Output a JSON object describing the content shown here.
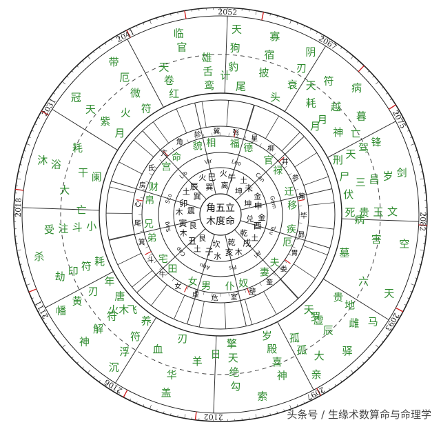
{
  "colors": {
    "green": "#2e8b2e",
    "black": "#111111",
    "red": "#d22222"
  },
  "center": {
    "line1": "角五立",
    "line2": "木度命"
  },
  "years": [
    "2052",
    "2067",
    "2075",
    "2082",
    "2093",
    "2097",
    "2102",
    "2106",
    "2111",
    "2018",
    "2031",
    "2041"
  ],
  "outer_palaces": [
    {
      "rows": [
        "天寡阴",
        "狗宿刃",
        "豹披衰",
        "尾头"
      ]
    },
    {
      "rows": [
        "病",
        "符暮",
        "天越亡",
        "耗神",
        "月"
      ]
    },
    {
      "rows": [
        "剑",
        "锋岁文",
        "驾昌玉",
        "天三贵",
        "刑尸伏死"
      ]
    },
    {
      "rows": [
        "空天",
        "害六",
        "墓"
      ]
    },
    {
      "rows": [
        "马驿亲",
        "雌大",
        "地辰孤",
        "贵虚孤",
        "天"
      ]
    },
    {
      "rows": [
        "索",
        "神勾",
        "喜绝",
        "殿天",
        "岁擎"
      ]
    },
    {
      "rows": [
        "盖",
        "华",
        "羊血",
        "刃"
      ]
    },
    {
      "rows": [
        "沉神幡",
        "浮解黄",
        "符符刃",
        "养飞唐年"
      ]
    },
    {
      "rows": [
        "杀",
        "劫受",
        "印注",
        "符斗",
        "耗小"
      ]
    },
    {
      "rows": [
        "沐",
        "浴",
        "大耗",
        "干",
        "阑"
      ]
    },
    {
      "rows": [
        "冠带",
        "天厄",
        "紫微",
        "月符"
      ]
    },
    {
      "rows": [
        "临",
        "官",
        "天雄",
        "卷舌",
        "红鸾"
      ]
    }
  ],
  "middle_ring": [
    "计",
    "月",
    "病",
    "罗",
    "日",
    "火木",
    "亡",
    "火"
  ],
  "inner_palaces": [
    {
      "name": "福德",
      "label": "福德"
    },
    {
      "name": "官禄",
      "label": "官禄"
    },
    {
      "name": "迁移",
      "label": "迁移"
    },
    {
      "name": "疾厄",
      "label": "疾厄"
    },
    {
      "name": "夫妻",
      "label": "夫妻"
    },
    {
      "name": "奴仆",
      "label": "奴仆"
    },
    {
      "name": "男女",
      "label": "男女"
    },
    {
      "name": "田宅",
      "label": "田宅"
    },
    {
      "name": "兄弟",
      "label": "弟兄"
    },
    {
      "name": "财帛",
      "label": "帛财"
    },
    {
      "name": "命宫",
      "label": "宫命"
    },
    {
      "name": "相貌",
      "label": "貌相"
    }
  ],
  "zodiac": [
    "Leo",
    "Can",
    "Gem",
    "Tau",
    "Ari",
    "Pis",
    "Aqu",
    "Cap",
    "Sag",
    "Sco",
    "Lib",
    "Vir"
  ],
  "branches": [
    "午",
    "未",
    "申",
    "酉",
    "戌",
    "亥",
    "子",
    "丑",
    "寅",
    "卯",
    "辰",
    "巳"
  ],
  "trigrams": [
    "离",
    "坤",
    "坤",
    "兑",
    "乾",
    "乾",
    "坎",
    "艮",
    "艮",
    "震",
    "巽",
    "巽"
  ],
  "elements": [
    "火",
    "土",
    "金",
    "金",
    "土",
    "木",
    "水",
    "土",
    "木",
    "木",
    "土",
    "火"
  ],
  "mansions": [
    "张",
    "星",
    "柳",
    "井",
    "参",
    "觜",
    "毕",
    "昴",
    "胃",
    "娄",
    "奎",
    "壁",
    "室",
    "危",
    "虚",
    "女",
    "牛",
    "斗",
    "箕",
    "尾",
    "心",
    "房",
    "氐",
    "亢",
    "角",
    "轸",
    "翼"
  ]
}
